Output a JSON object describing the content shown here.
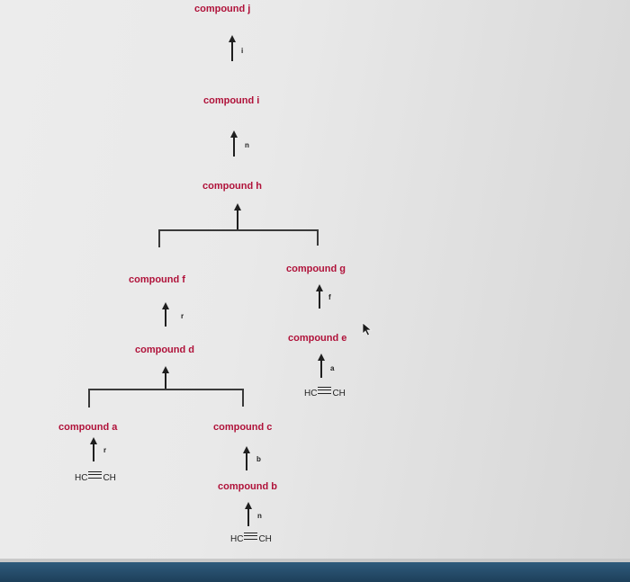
{
  "compounds": {
    "j": "compound j",
    "i": "compound i",
    "h": "compound h",
    "f": "compound f",
    "g": "compound g",
    "d": "compound d",
    "e": "compound e",
    "a": "compound a",
    "c": "compound c",
    "b": "compound b"
  },
  "reagents": {
    "j_i": "i",
    "i_h": "n",
    "f_d": "r",
    "g_e": "f",
    "e_start": "a",
    "a_start": "r",
    "c_b": "b",
    "b_start": "n"
  },
  "starting_material": {
    "left": "HC",
    "right": "CH"
  }
}
